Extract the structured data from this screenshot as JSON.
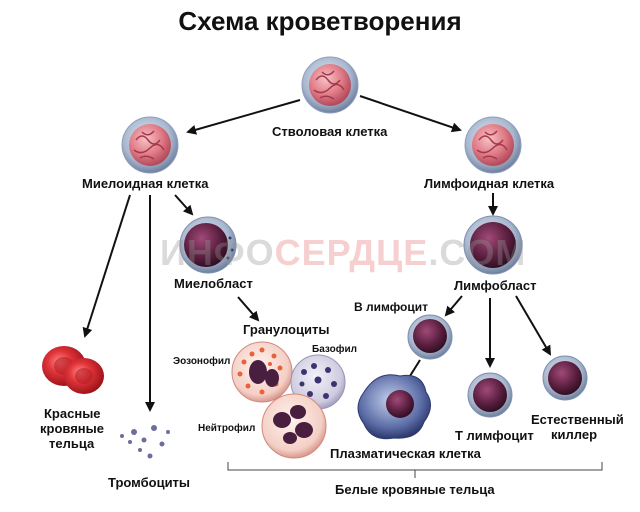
{
  "title": "Схема кроветворения",
  "watermark": {
    "prefix": "ИНФО",
    "highlight": "СЕРДЦЕ",
    "suffix": ".COM"
  },
  "labels": {
    "stem_cell": "Стволовая клетка",
    "myeloid_cell": "Миелоидная клетка",
    "lymphoid_cell": "Лимфоидная клетка",
    "myeloblast": "Миелобласт",
    "lymphoblast": "Лимфобласт",
    "granulocytes": "Гранулоциты",
    "eosinophil": "Эозонофил",
    "basophil": "Базофил",
    "neutrophil": "Нейтрофил",
    "red_blood_cells_1": "Красные",
    "red_blood_cells_2": "кровяные",
    "red_blood_cells_3": "тельца",
    "platelets": "Тромбоциты",
    "b_lymphocyte": "В лимфоцит",
    "plasma_cell": "Плазматическая клетка",
    "t_lymphocyte": "Т лимфоцит",
    "natural_killer_1": "Естественный",
    "natural_killer_2": "киллер",
    "white_blood_cells": "Белые кровяные тельца"
  },
  "colors": {
    "stem_membrane": "#a9b8cf",
    "stem_nucleus": "#e07a86",
    "blast_nucleus": "#5a1f3f",
    "red_cell": "#d8262c",
    "arrow": "#111111"
  }
}
